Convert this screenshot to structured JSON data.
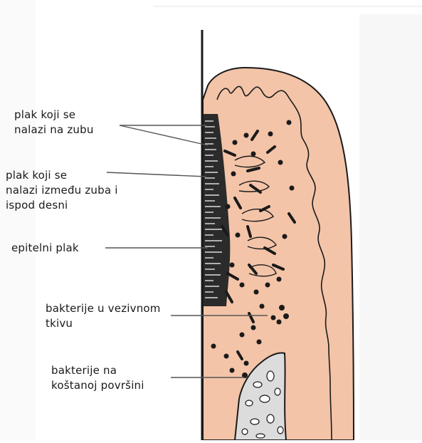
{
  "labels": {
    "plaque_on_tooth": "plak koji se\nnalazi na zubu",
    "plaque_between_teeth": "plak koji se\nnalazi između zuba i\nispod desni",
    "epithelial_plaque": "epitelni plak",
    "bacteria_connective_tissue": "bakterije u vezivnom\ntkivu",
    "bacteria_bone_surface": "bakterije na\nkoštanoj površini"
  },
  "colors": {
    "gum_fill": "#f4c4a8",
    "gum_inner": "#f0bba0",
    "bone_fill": "#dcdcdc",
    "outline": "#1a1a1a",
    "leader_line": "#555555",
    "page_shade": "#f6f6f6"
  }
}
